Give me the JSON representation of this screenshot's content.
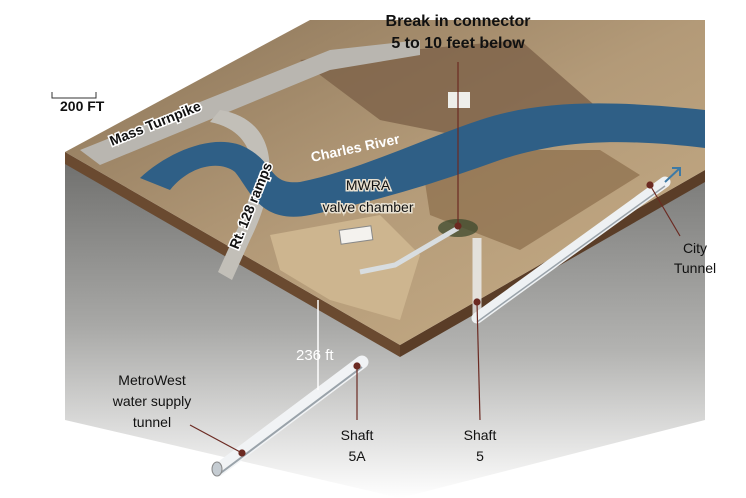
{
  "title": {
    "line1": "Break in connector",
    "line2": "5 to 10 feet below"
  },
  "scale_bar": {
    "label": "200 FT"
  },
  "map_labels": {
    "mass_turnpike": "Mass Turnpike",
    "charles_river": "Charles River",
    "mwra_line1": "MWRA",
    "mwra_line2": "valve chamber",
    "rt128": "Rt. 128 ramps"
  },
  "callouts": {
    "city_tunnel_line1": "City",
    "city_tunnel_line2": "Tunnel",
    "depth": "236 ft",
    "metrowest_line1": "MetroWest",
    "metrowest_line2": "water supply",
    "metrowest_line3": "tunnel",
    "shaft5a_line1": "Shaft",
    "shaft5a_line2": "5A",
    "shaft5_line1": "Shaft",
    "shaft5_line2": "5"
  },
  "colors": {
    "river": "#2f5f86",
    "land": "#a98a66",
    "rock": "#9a9a98",
    "pipe": "#e8ecef",
    "leader": "#6b2a22"
  }
}
